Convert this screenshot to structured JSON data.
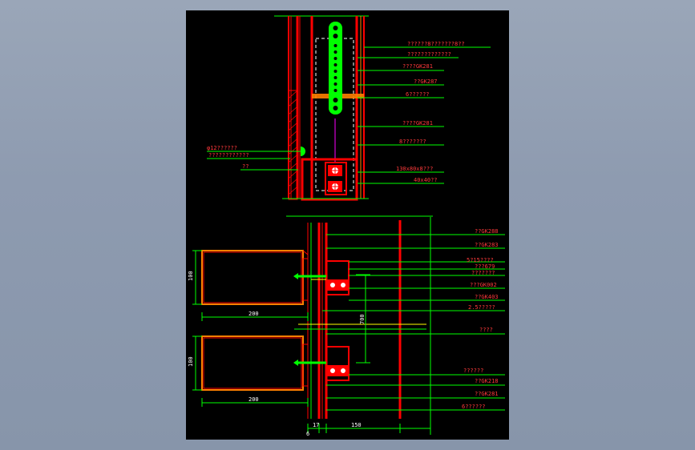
{
  "drawing": {
    "background": "#000000",
    "frame_color": "#9aa6b8",
    "colors": {
      "red": "#ff0000",
      "green": "#00ff00",
      "yellow": "#ffff00",
      "orange": "#ff8000",
      "white": "#ffffff",
      "magenta": "#ff00ff",
      "text": "#ff3b3b",
      "dim_text": "#ffffff"
    }
  },
  "upper_labels": [
    "??????8???????8??",
    "?????????????",
    "????GK281",
    "??GK287",
    "6??????",
    "????GK281",
    "8???????",
    "130x80x8???",
    "40x40??"
  ],
  "upper_left_labels": [
    "φ12??????",
    "????????????",
    "??"
  ],
  "lower_labels": [
    "??GK288",
    "??GK283",
    "5?15????",
    "???679",
    "???????",
    "???GK002",
    "??GK403",
    "2.5?????",
    "????",
    "??????",
    "??GK218",
    "??GK281",
    "6??????"
  ],
  "dimensions": {
    "height_1": "100",
    "width_1": "200",
    "height_2": "100",
    "width_2": "200",
    "vertical_span": "700",
    "bottom_a": "17",
    "bottom_b": "150",
    "bottom_c": "6"
  }
}
